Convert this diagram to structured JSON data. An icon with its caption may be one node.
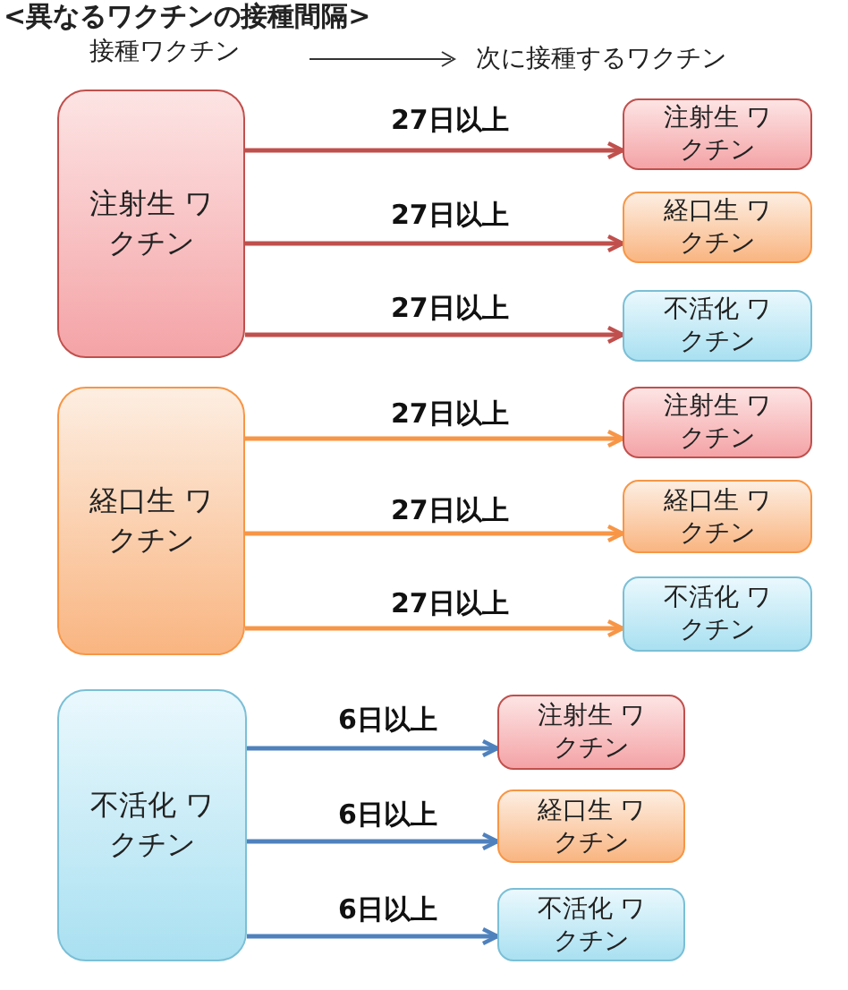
{
  "diagram": {
    "title": "<異なるワクチンの接種間隔>",
    "nodes": [
      {
        "text": [
          "注射生 ワクチン"
        ]
      },
      {
        "text": [
          "注射生 ワクチン"
        ]
      },
      {
        "text": [
          "経口生 ワクチン"
        ]
      },
      {
        "text": [
          "不活化 ワクチン"
        ]
      },
      {
        "text": [
          "経口生 ワクチン"
        ]
      },
      {
        "text": [
          "注射生 ワクチン"
        ]
      },
      {
        "text": [
          "経口生 ワクチン"
        ]
      },
      {
        "text": [
          "不活化 ワクチン"
        ]
      },
      {
        "text": [
          "不活化 ワクチン"
        ]
      },
      {
        "text": [
          "注射生 ワクチン"
        ]
      },
      {
        "text": [
          "経口生 ワクチン"
        ]
      },
      {
        "text": [
          "不活化 ワクチン"
        ]
      }
    ],
    "edges": [
      {
        "from": 0,
        "to": 1,
        "arrow": "to",
        "label": "27日以上",
        "color": "#c0504d"
      },
      {
        "from": 0,
        "to": 2,
        "arrow": "to",
        "label": "27日以上",
        "color": "#c0504d"
      },
      {
        "from": 0,
        "to": 3,
        "arrow": "to",
        "label": "27日以上",
        "color": "#c0504d"
      },
      {
        "from": 4,
        "to": 5,
        "arrow": "to",
        "label": "27日以上",
        "color": "#f79646"
      },
      {
        "from": 4,
        "to": 6,
        "arrow": "to",
        "label": "27日以上",
        "color": "#f79646"
      },
      {
        "from": 4,
        "to": 7,
        "arrow": "to",
        "label": "27日以上",
        "color": "#f79646"
      },
      {
        "from": 8,
        "to": 9,
        "arrow": "to",
        "label": "6日以上",
        "color": "#4f81bd"
      },
      {
        "from": 8,
        "to": 10,
        "arrow": "to",
        "label": "6日以上",
        "color": "#4f81bd"
      },
      {
        "from": 8,
        "to": 11,
        "arrow": "to",
        "label": "6日以上",
        "color": "#4f81bd"
      }
    ],
    "labels": [
      "接種ワクチン",
      "次に接種するワクチン"
    ]
  }
}
